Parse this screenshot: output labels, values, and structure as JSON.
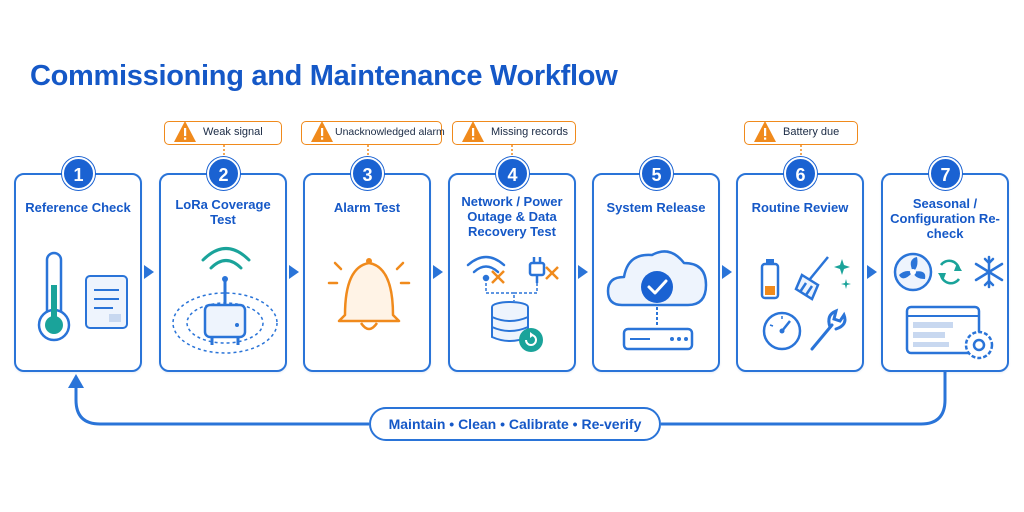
{
  "title": "Commissioning and Maintenance Workflow",
  "steps": [
    {
      "number": "1",
      "label": "Reference Check"
    },
    {
      "number": "2",
      "label": "LoRa Coverage Test"
    },
    {
      "number": "3",
      "label": "Alarm Test"
    },
    {
      "number": "4",
      "label": "Network / Power Outage & Data Recovery Test"
    },
    {
      "number": "5",
      "label": "System Release"
    },
    {
      "number": "6",
      "label": "Routine Review"
    },
    {
      "number": "7",
      "label": "Seasonal / Configuration Re-check"
    }
  ],
  "warnings": [
    {
      "step": "2",
      "text": "Weak signal"
    },
    {
      "step": "3",
      "text": "Unacknowledged alarm"
    },
    {
      "step": "4",
      "text": "Missing records"
    },
    {
      "step": "6",
      "text": "Battery due"
    }
  ],
  "loop_label": "Maintain • Clean • Calibrate • Re-verify",
  "colors": {
    "primary": "#1a62d2",
    "warning": "#f08a1c",
    "accent_teal": "#1aa39a"
  },
  "icons": {
    "step1": [
      "thermometer-icon",
      "document-icon"
    ],
    "step2": [
      "wifi-signal-icon",
      "lora-gateway-icon"
    ],
    "step3": [
      "bell-icon"
    ],
    "step4": [
      "wifi-off-icon",
      "power-plug-off-icon",
      "database-restore-icon"
    ],
    "step5": [
      "cloud-check-icon",
      "server-icon"
    ],
    "step6": [
      "battery-low-icon",
      "broom-icon",
      "gauge-icon",
      "wrench-icon"
    ],
    "step7": [
      "fan-icon",
      "refresh-icon",
      "snowflake-icon",
      "settings-window-icon"
    ]
  }
}
